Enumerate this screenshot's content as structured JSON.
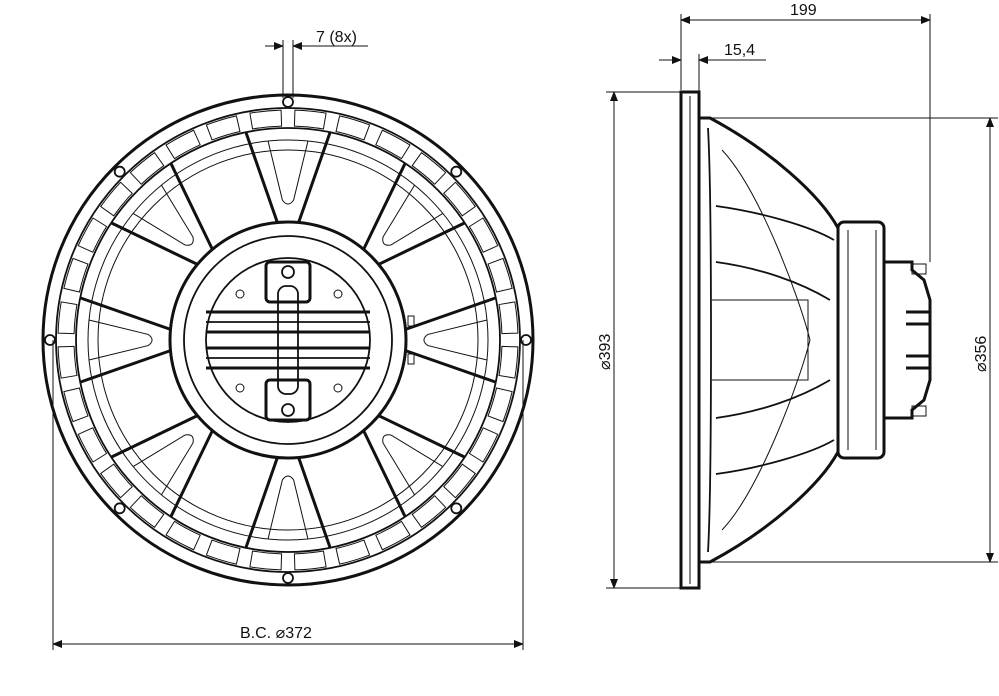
{
  "drawing": {
    "dimensions": {
      "hole_size": "7 (8x)",
      "bolt_circle": "B.C. ⌀372",
      "depth": "199",
      "flange_thickness": "15,4",
      "outer_diameter": "⌀393",
      "mount_diameter": "⌀356"
    },
    "colors": {
      "line": "#111111",
      "background": "#ffffff"
    }
  }
}
